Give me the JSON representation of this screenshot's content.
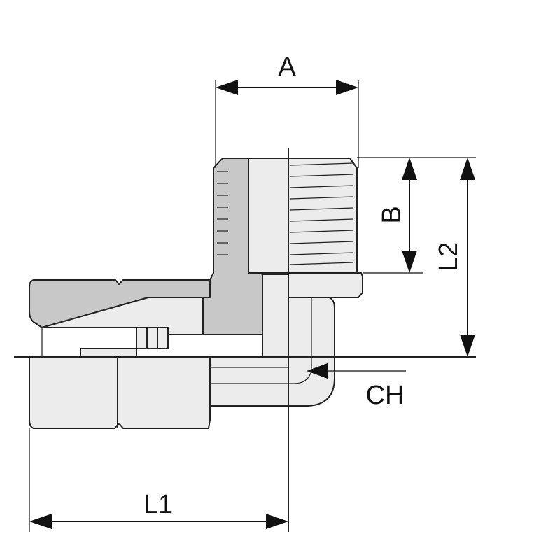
{
  "labels": {
    "a": "A",
    "b": "B",
    "l1": "L1",
    "l2": "L2",
    "ch": "CH"
  },
  "colors": {
    "section_fill": "#c8c8c8",
    "body_fill": "#ececec",
    "line": "#222222"
  }
}
